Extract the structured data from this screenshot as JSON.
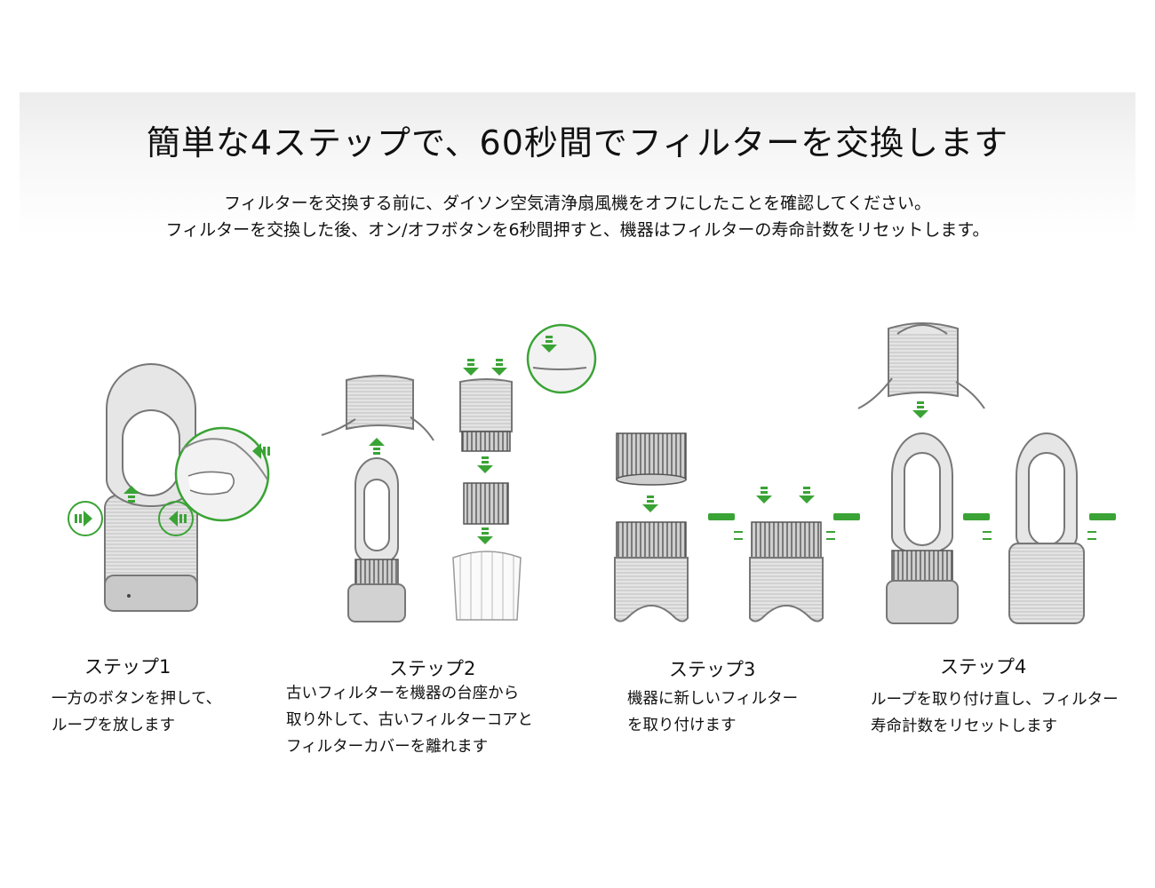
{
  "header": {
    "title": "簡単な4ステップで、60秒間でフィルターを交換します",
    "subtitle_line1": "フィルターを交換する前に、ダイソン空気清浄扇風機をオフにしたことを確認してください。",
    "subtitle_line2": "フィルターを交換した後、オン/オフボタンを6秒間押すと、機器はフィルターの寿命計数をリセットします。"
  },
  "steps": [
    {
      "label": "ステップ1",
      "desc": "一方のボタンを押して、\nループを放します"
    },
    {
      "label": "ステップ2",
      "desc": "古いフィルターを機器の台座から\n取り外して、古いフィルターコアと\nフィルターカバーを離れます"
    },
    {
      "label": "ステップ3",
      "desc": "機器に新しいフィルター\nを取り付けます"
    },
    {
      "label": "ステップ4",
      "desc": "ループを取り付け直し、フィルター\n寿命計数をリセットします"
    }
  ],
  "colors": {
    "accent_green": "#3aa335",
    "line_gray": "#7a7a7a",
    "body_gray": "#d9d9d9"
  }
}
